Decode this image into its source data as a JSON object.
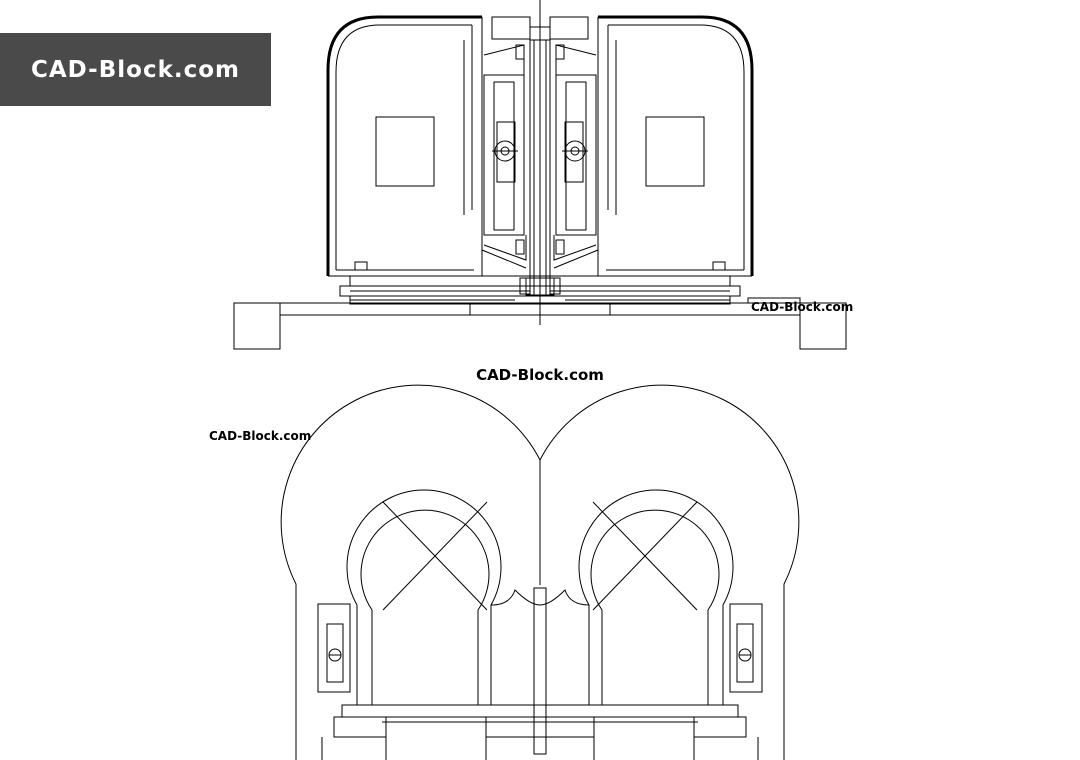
{
  "logo": {
    "text": "CAD-Block.com",
    "background": "#4a4a4a",
    "text_color": "#ffffff"
  },
  "labels": {
    "title_middle": "CAD-Block.com",
    "plan_right": "CAD-Block.com",
    "elevation_left": "CAD-Block.com"
  },
  "colors": {
    "line": "#000000",
    "background": "#ffffff"
  },
  "drawings": [
    {
      "name": "revolving door plan",
      "view": "top"
    },
    {
      "name": "revolving door elevation",
      "view": "front"
    }
  ]
}
